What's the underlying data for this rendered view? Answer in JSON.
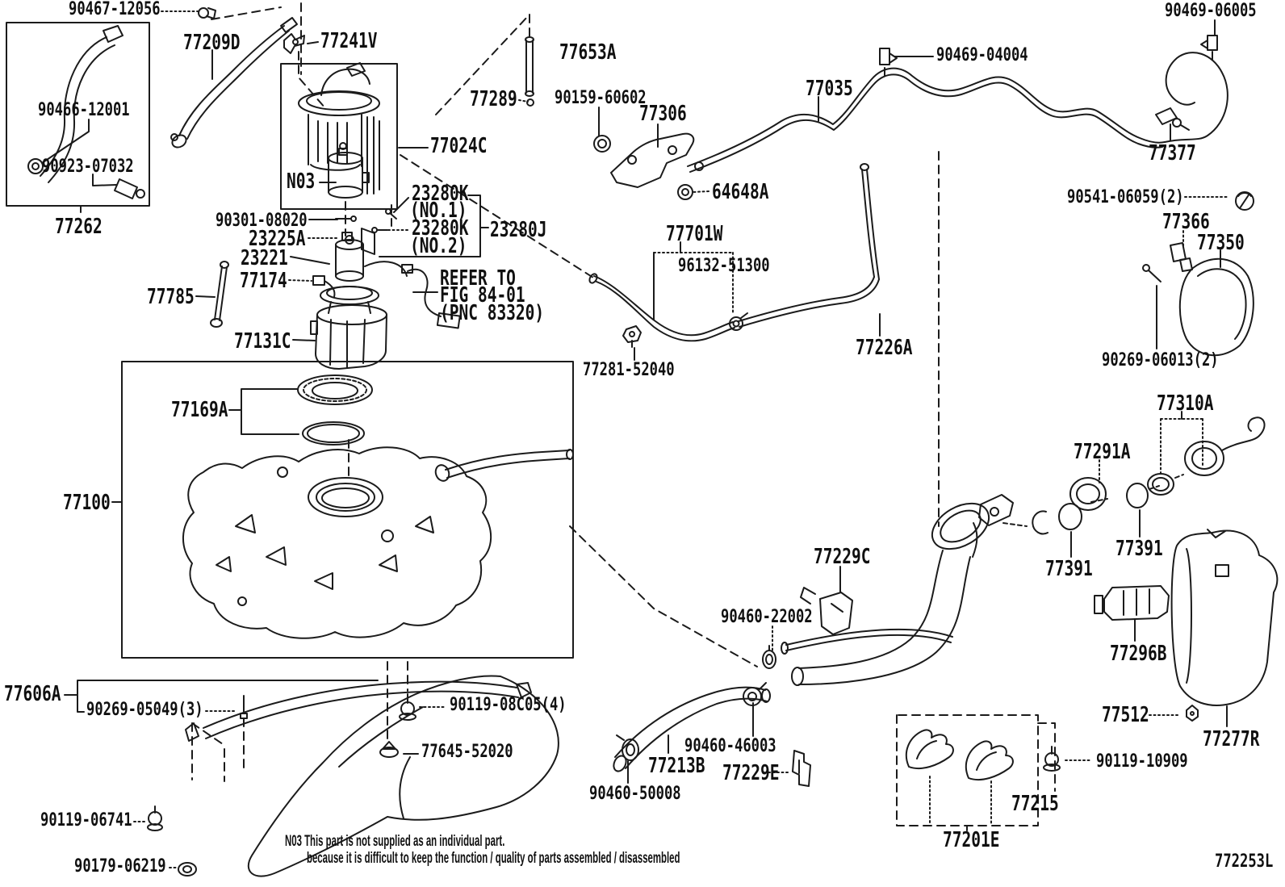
{
  "labels": {
    "clip_90467_12056": "90467-12056",
    "hose_77209d": "77209D",
    "clip_77241v": "77241V",
    "clamp_90466_12001": "90466-12001",
    "nozzle_90923_07032": "90923-07032",
    "box_77262": "77262",
    "filter_77024c": "77024C",
    "n03_marker": "N03",
    "k23280k_no1": "23280K",
    "no1_suffix": "(NO.1)",
    "k23280k_no2": "23280K",
    "no2_suffix": "(NO.2)",
    "k23280j": "23280J",
    "screw_90301_08020": "90301-08020",
    "k23225a": "23225A",
    "pump_23221": "23221",
    "k77174": "77174",
    "rod_77785": "77785",
    "refer_line1": "REFER TO",
    "refer_line2": "FIG 84-01",
    "refer_line3": "(PNC 83320)",
    "cup_77131c": "77131C",
    "clip_77281_52040": "77281-52040",
    "ring_77169a": "77169A",
    "tank_77100": "77100",
    "tube_77653a": "77653A",
    "k77289": "77289",
    "grommet_90159_60602": "90159-60602",
    "bracket_77306": "77306",
    "grommet_64648a": "64648A",
    "tube_77035": "77035",
    "clip_90469_04004": "90469-04004",
    "clip_90469_06005": "90469-06005",
    "connector_77377": "77377",
    "spring_90541_06059": "90541-06059(2)",
    "hinge_77366": "77366",
    "lid_77350": "77350",
    "screw_90269_06013": "90269-06013(2)",
    "hose_77701w": "77701W",
    "clamp_96132_51300": "96132-51300",
    "tube_77226a": "77226A",
    "cap_77310a": "77310A",
    "cap_77291a": "77291A",
    "gasket_77391_left": "77391",
    "gasket_77391_right": "77391",
    "support_77229c": "77229C",
    "clamp_90460_22002": "90460-22002",
    "protector_77296b": "77296B",
    "shield_77606a": "77606A",
    "bolt_90269_05049": "90269-05049(3)",
    "bolt_90119_08c05": "90119-08C05(4)",
    "nut_77645_52020": "77645-52020",
    "bolt_90119_06741": "90119-06741",
    "nut_90179_06219": "90179-06219",
    "clamp_90460_46003": "90460-46003",
    "hose_77213b": "77213B",
    "clamp_90460_50008": "90460-50008",
    "clip_77229e": "77229E",
    "k77215": "77215",
    "k77201e": "77201E",
    "bolt_90119_10909": "90119-10909",
    "clip_77512": "77512",
    "shield_77277r": "77277R"
  },
  "note": {
    "line1": "N03 This part is not supplied as an individual part.",
    "line2": "because it is difficult to keep the function / quality of parts assembled / disassembled"
  },
  "footer_code": "772253L",
  "colors": {
    "line": "#1b1b1b",
    "background": "#ffffff"
  }
}
